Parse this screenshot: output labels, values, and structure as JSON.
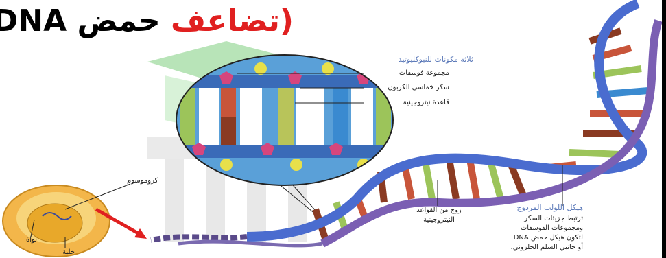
{
  "title": {
    "text": "حمض DNA",
    "highlight": "(تضاعف",
    "closing": ")"
  },
  "labels": {
    "nucleotide_components": "ثلاثة مكونات للنيوكليوتيد",
    "phosphate_group": "مجموعة فوسفات",
    "pentose_sugar": "سكر خماسي الكربون",
    "nitrogen_base": "قاعدة نيتروجينية",
    "base_pair": "زوج من القواعد النيتروجينية",
    "double_helix_title": "هيكل اللولب المزدوج",
    "double_helix_desc": "ترتبط جزيئات السكر ومجموعات الفوسفات لتكون هيكل حمض DNA أو جانبي السلم الحلزوني.",
    "chromosome": "كروموسوم",
    "nucleus": "نواة",
    "cell": "خلية"
  },
  "colors": {
    "title_red": "#e02020",
    "backbone_blue": "#4a6ccf",
    "backbone_purple": "#7b5fb3",
    "phosphate_yellow": "#e8e04a",
    "sugar_pink": "#d6467d",
    "base_green": "#9cc45a",
    "base_red": "#c8553a",
    "base_brown": "#8a3a22",
    "cell_orange": "#e8a82a",
    "arrow_red": "#e02020",
    "watermark_green": "#7fce7f",
    "label_blue": "#5a78b8"
  },
  "icons": [
    "magnifier-lens",
    "arrow-icon",
    "watermark-logo"
  ]
}
